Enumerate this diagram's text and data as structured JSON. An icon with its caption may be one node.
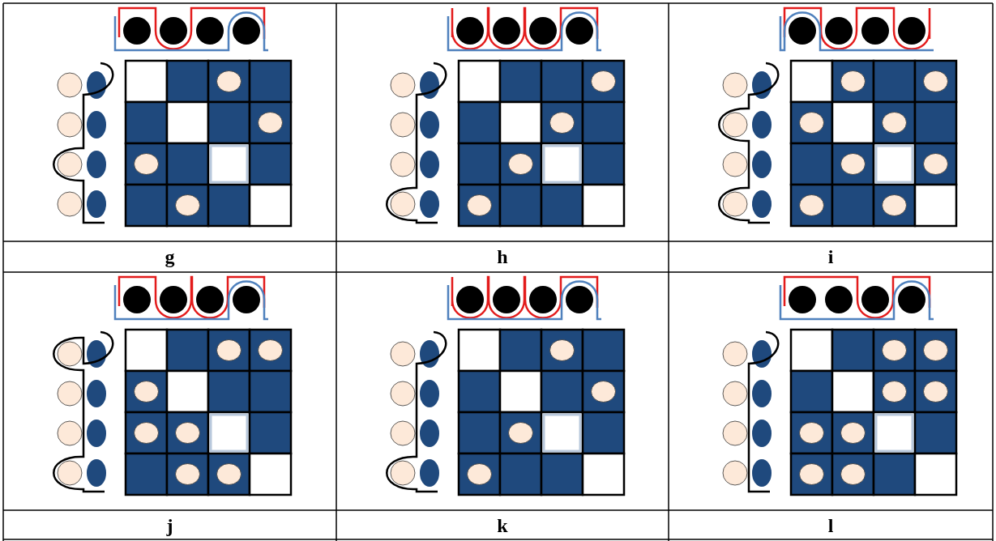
{
  "diagram": {
    "labels": [
      "g",
      "h",
      "i",
      "j",
      "k",
      "l"
    ]
  }
}
